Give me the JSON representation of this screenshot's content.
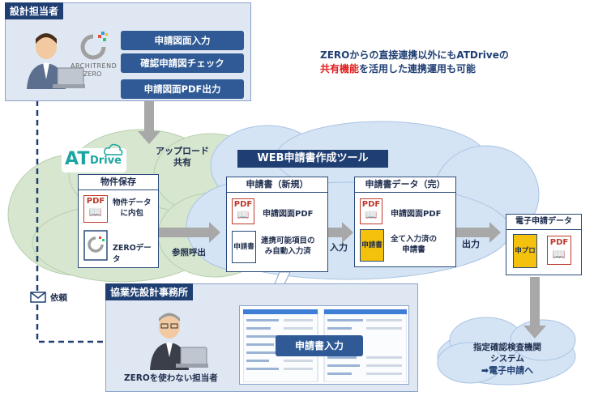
{
  "designer": {
    "title": "設計担当者",
    "logo_line1": "ARCHITREND",
    "logo_line2": "ZERO",
    "steps": [
      "申請図面入力",
      "確認申請図チェック",
      "申請図面PDF出力"
    ]
  },
  "note": {
    "line1": "ZEROからの直接連携以外にもATDriveの",
    "line2_highlight": "共有機能",
    "line2_rest": "を活用した連携運用も可能"
  },
  "atdrive": {
    "logo_at": "AT",
    "logo_drive": "Drive",
    "upload_label_1": "アップロード",
    "upload_label_2": "共有",
    "storage_title": "物件保存",
    "storage_pdf_text_1": "物件データ",
    "storage_pdf_text_2": "に内包",
    "storage_zero_text": "ZEROデータ",
    "ref_label": "参照呼出"
  },
  "webtool": {
    "title": "WEB申請書作成ツール",
    "new_app": {
      "title": "申請書（新規）",
      "pdf_text": "申請図面PDF",
      "doc_label": "申請書",
      "doc_text_1": "連携可能項目の",
      "doc_text_2": "み自動入力済"
    },
    "input_label": "入力",
    "done_app": {
      "title": "申請書データ（完）",
      "pdf_text": "申請図面PDF",
      "doc_label": "申請書",
      "doc_text_1": "全て入力済の",
      "doc_text_2": "申請書"
    },
    "output_label": "出力"
  },
  "eapp": {
    "title": "電子申請データ",
    "doc_label": "申プロ",
    "pdf": "PDF"
  },
  "agency": {
    "line1": "指定確認検査機関",
    "line2": "システム",
    "link": "➡電子申請へ"
  },
  "partner": {
    "title": "協業先設計事務所",
    "person_label": "ZEROを使わない担当者",
    "input_button": "申請書入力"
  },
  "request": {
    "label": "依頼"
  },
  "pdf_label": "PDF",
  "colors": {
    "navy": "#1f3f73",
    "button": "#2f5a96",
    "cloud": "#d7e6cf",
    "cloud_blue": "#d5e4f5",
    "red": "#e11d1d",
    "yellow": "#f4c20d",
    "pdf_red": "#c0392b"
  }
}
